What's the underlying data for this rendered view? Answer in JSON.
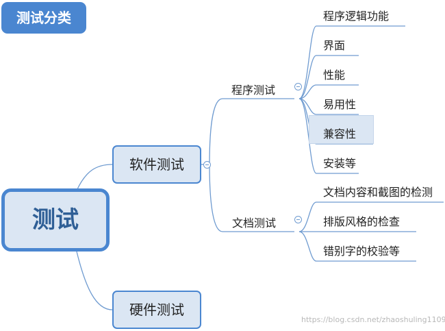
{
  "badge": "测试分类",
  "root": "测试",
  "software": {
    "label": "软件测试",
    "program": {
      "label": "程序测试",
      "items": [
        "程序逻辑功能",
        "界面",
        "性能",
        "易用性",
        "兼容性",
        "安装等"
      ]
    },
    "document": {
      "label": "文档测试",
      "items": [
        "文档内容和截图的检测",
        "排版风格的检查",
        "错别字的校验等"
      ]
    }
  },
  "hardware": {
    "label": "硬件测试"
  },
  "watermark": "https://blog.csdn.net/zhaoshuling1109",
  "colors": {
    "accent": "#4a86d0",
    "node_fill": "#dbe6f3",
    "line": "#6f9bd0"
  }
}
